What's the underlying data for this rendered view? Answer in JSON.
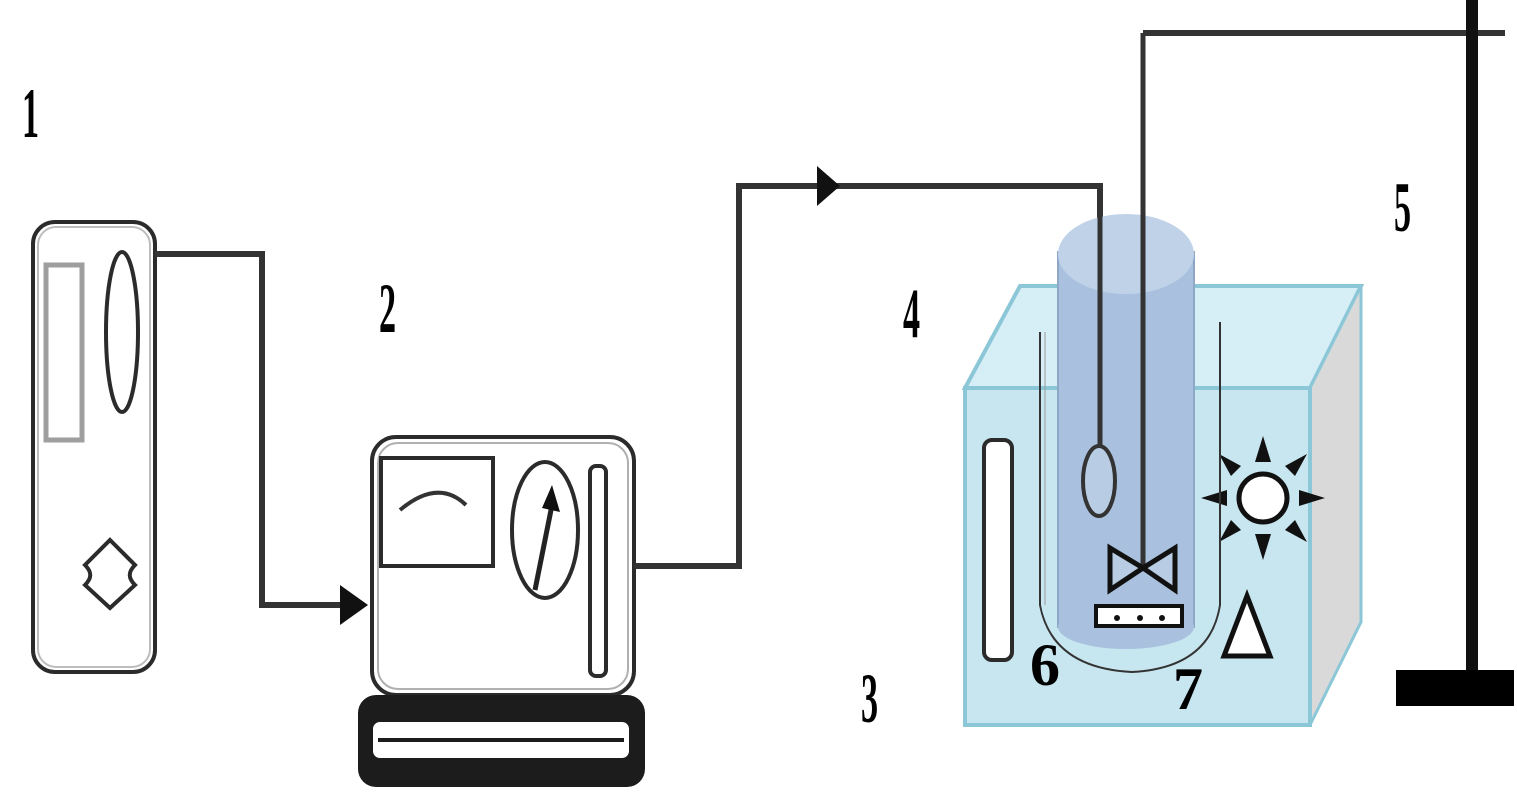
{
  "labels": {
    "l1": "1",
    "l2": "2",
    "l3": "3",
    "l4": "4",
    "l5": "5",
    "l6": "6",
    "l7": "7"
  },
  "colors": {
    "line": "#1a1a1a",
    "device_outline": "#2b2b2b",
    "water": "#c7e6f0",
    "water_edge": "#8cc7d8",
    "tank_side": "#d9d9d9",
    "tube": "#a9c1de",
    "tube_top": "#bfd2e8",
    "stand": "#000000"
  }
}
